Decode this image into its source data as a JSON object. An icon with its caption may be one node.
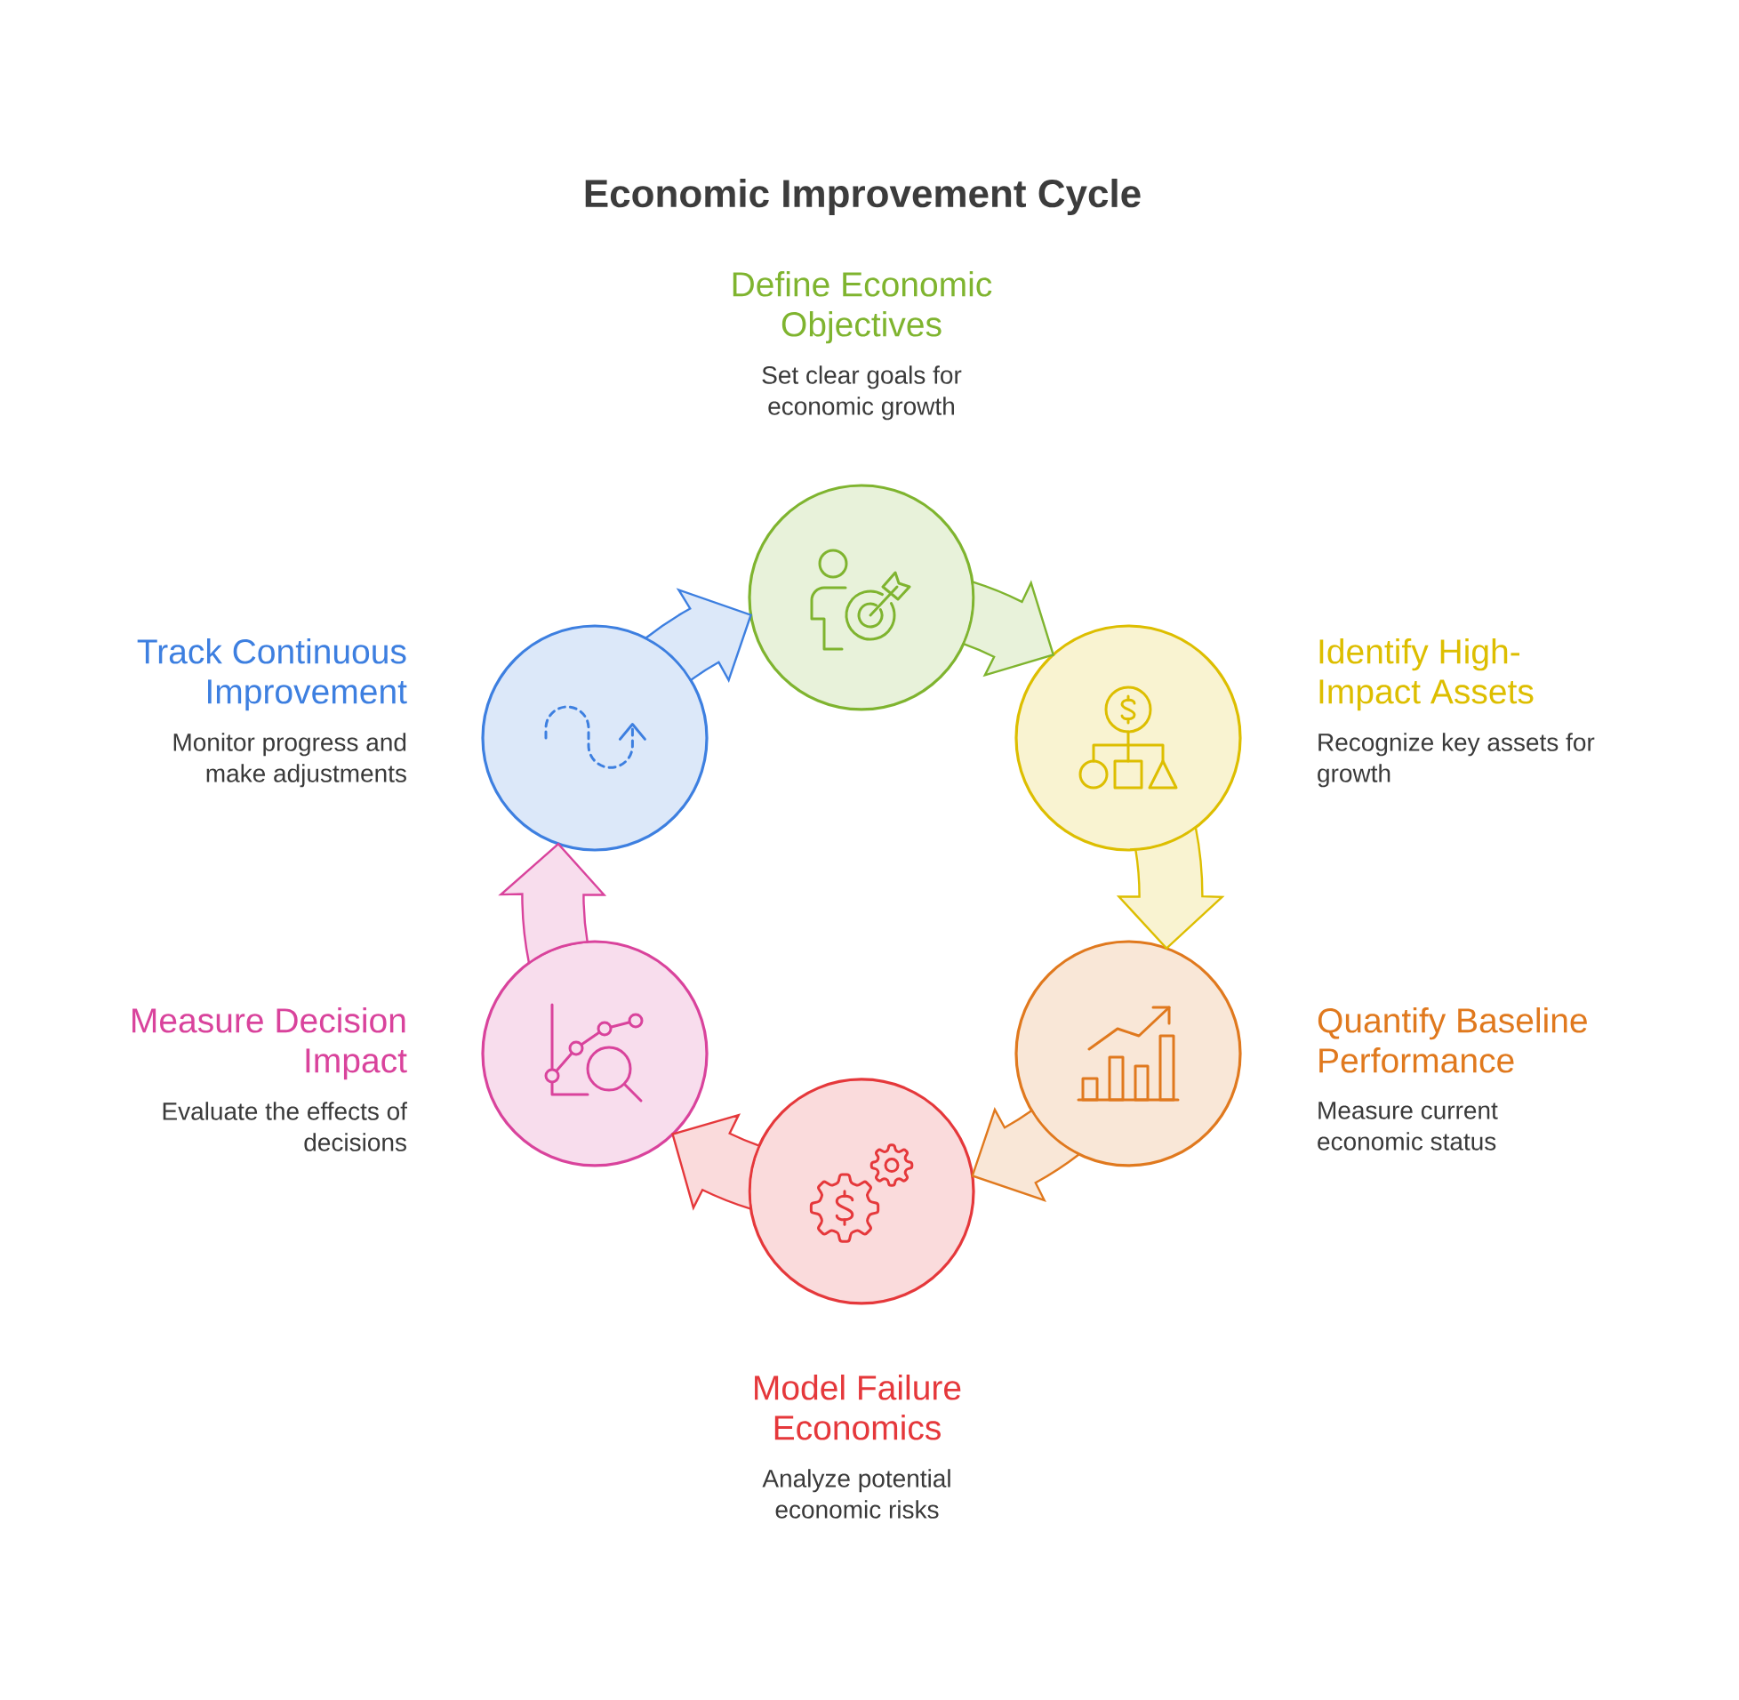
{
  "diagram": {
    "title": "Economic Improvement Cycle",
    "nodes": [
      {
        "text": [
          "Define Economic Objectives",
          "Set clear goals for economic growth"
        ]
      },
      {
        "text": [
          "Identify High-Impact Assets",
          "Recognize key assets for growth"
        ]
      },
      {
        "text": [
          "Quantify Baseline Performance",
          "Measure current economic status"
        ]
      },
      {
        "text": [
          "Model Failure Economics",
          "Analyze potential economic risks"
        ]
      },
      {
        "text": [
          "Measure Decision Impact",
          "Evaluate the effects of decisions"
        ]
      },
      {
        "text": [
          "Track Continuous Improvement",
          "Monitor progress and make adjustments"
        ]
      }
    ],
    "edges": [
      {
        "from": 0,
        "to": 1,
        "arrow": "to",
        "color": "#e8f2da"
      },
      {
        "from": 1,
        "to": 2,
        "arrow": "to",
        "color": "#f9f3d1"
      },
      {
        "from": 2,
        "to": 3,
        "arrow": "to",
        "color": "#f9e7d7"
      },
      {
        "from": 3,
        "to": 4,
        "arrow": "to",
        "color": "#fadbdc"
      },
      {
        "from": 4,
        "to": 5,
        "arrow": "to",
        "color": "#f8dded"
      },
      {
        "from": 5,
        "to": 0,
        "arrow": "to",
        "color": "#dce8f9"
      }
    ]
  }
}
